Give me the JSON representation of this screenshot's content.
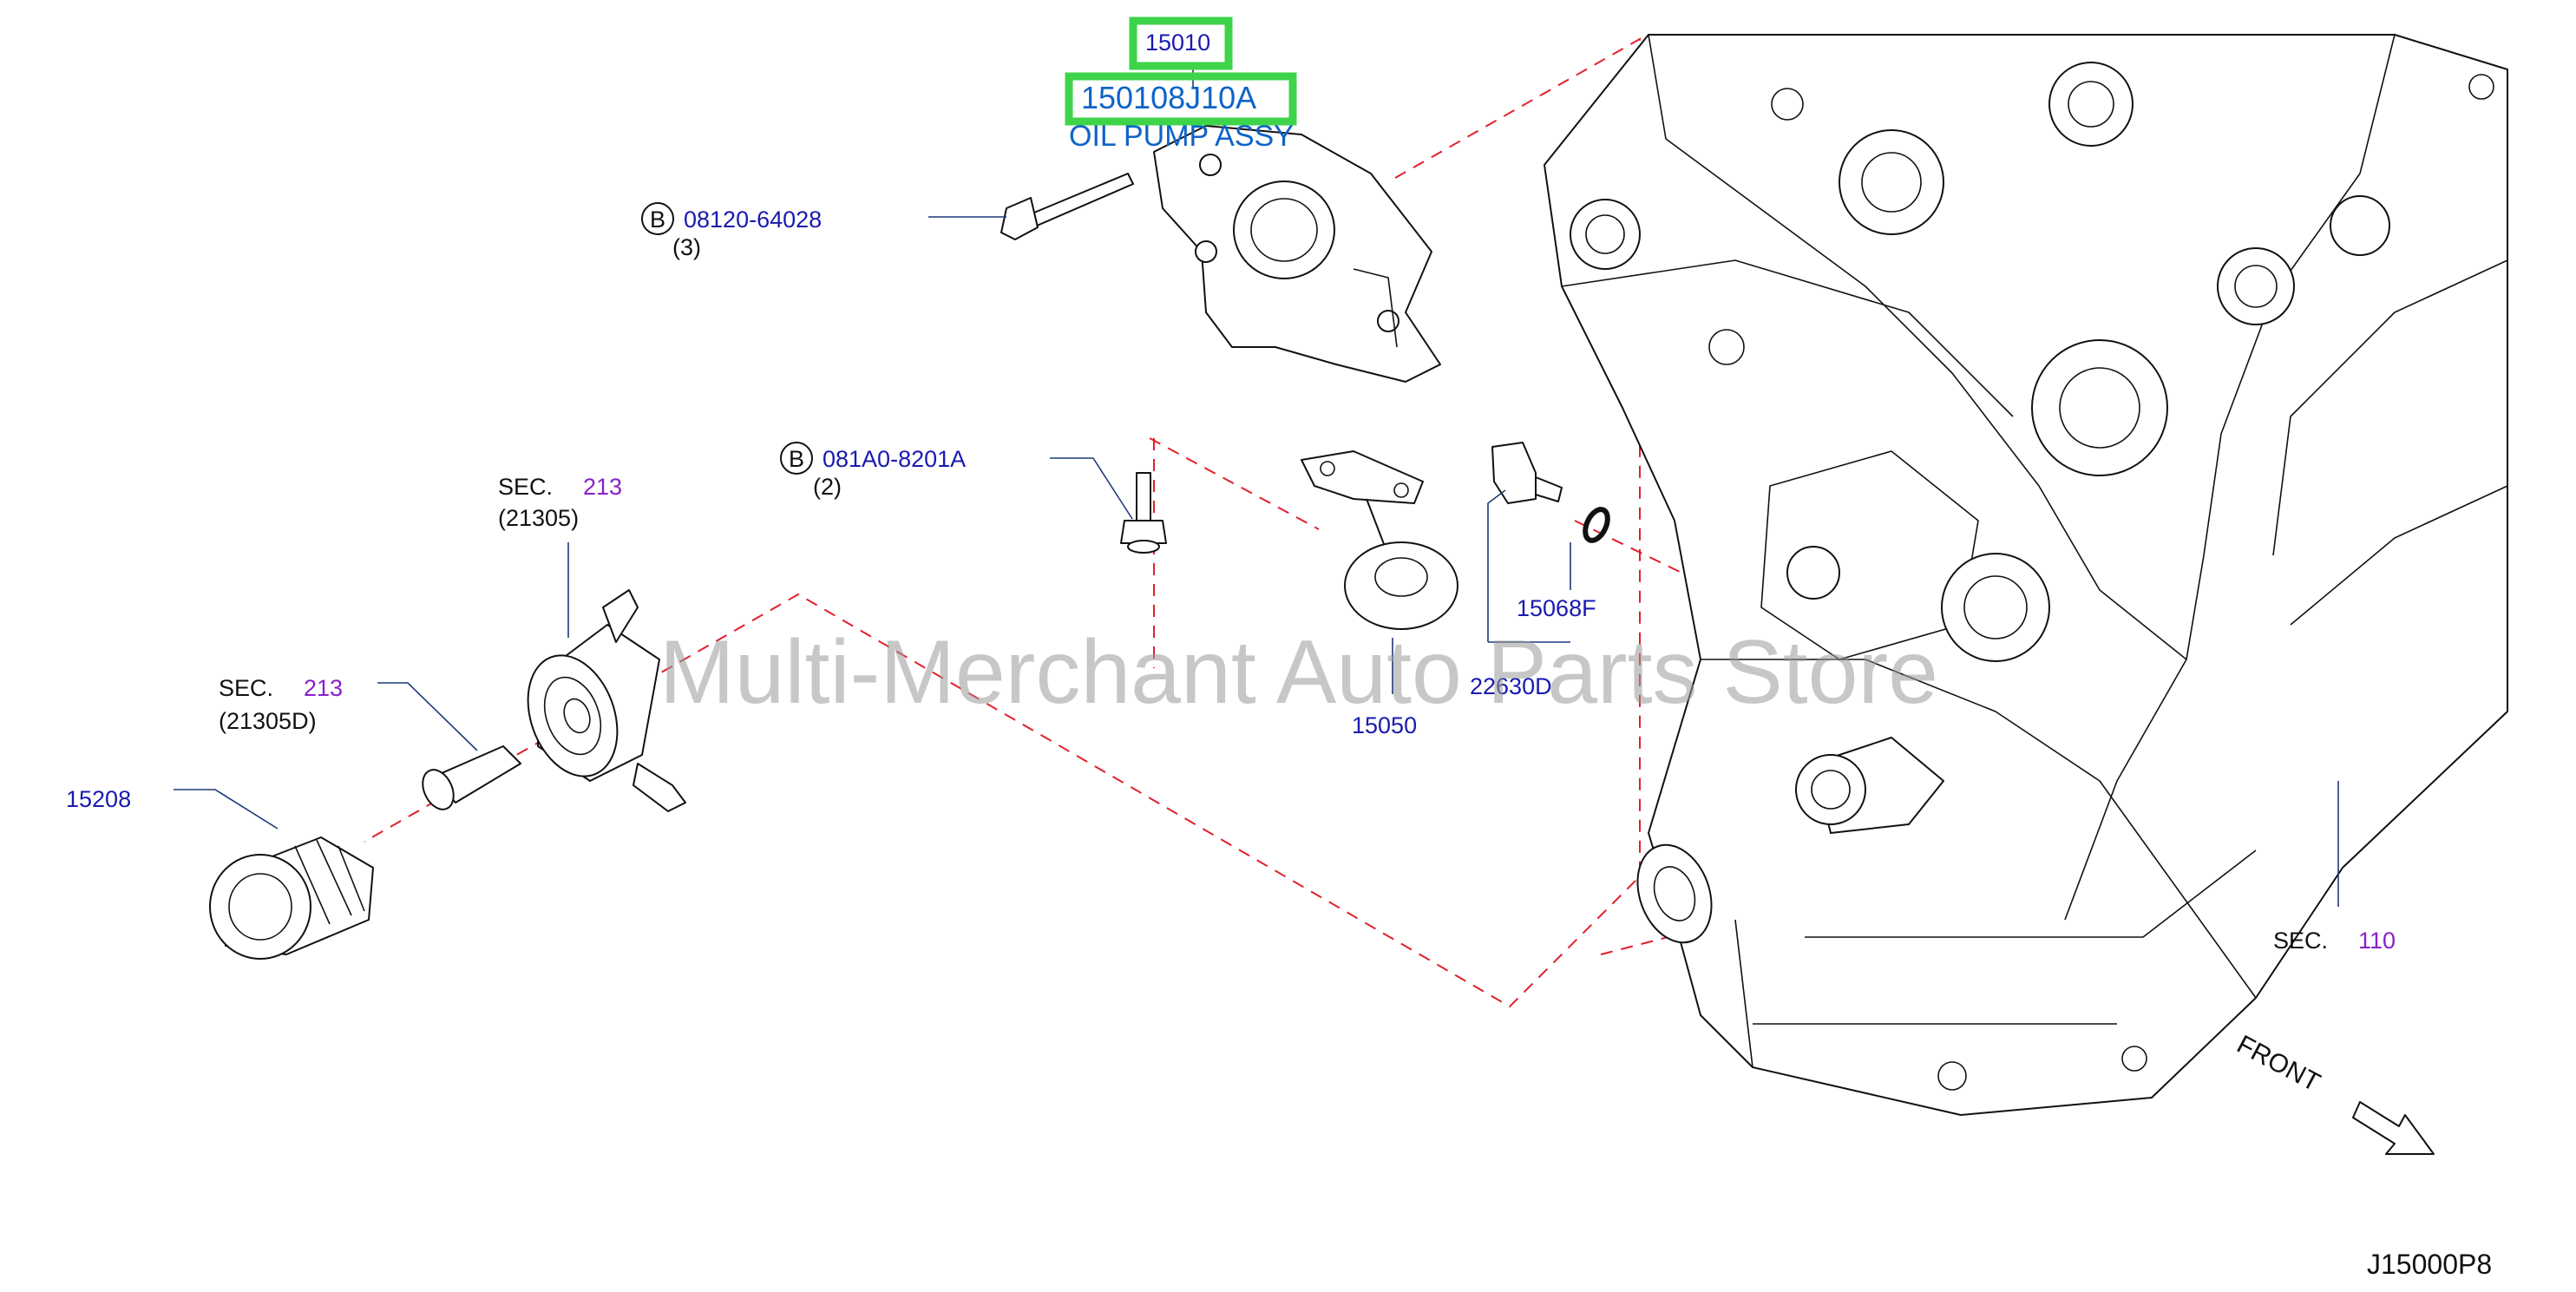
{
  "diagram": {
    "callout_top": "15010",
    "callout_main": "150108J10A",
    "callout_name": "OIL PUMP ASSY",
    "bolt_1": {
      "circle": "B",
      "part": "08120-64028",
      "qty": "(3)"
    },
    "bolt_2": {
      "circle": "B",
      "part": "081A0-8201A",
      "qty": "(2)"
    },
    "sec_213_a": {
      "prefix": "SEC.",
      "num": "213",
      "sub": "(21305)"
    },
    "sec_213_b": {
      "prefix": "SEC.",
      "num": "213",
      "sub": "(21305D)"
    },
    "sec_110": {
      "prefix": "SEC.",
      "num": "110"
    },
    "filter": "15208",
    "strainer": "15050",
    "o_ring": "15068F",
    "sensor": "22630D",
    "front": "FRONT",
    "drawing_code": "J15000P8",
    "watermark": "Multi-Merchant Auto Parts Store",
    "colors": {
      "part": "#1a1ab0",
      "sec": "#8a1fc8",
      "callout": "#0e64c8",
      "highlight": "#3ed44a",
      "dash": "#e0202a"
    },
    "icons": [
      "oil-pump-icon",
      "bolt-icon",
      "oil-filter-icon",
      "oil-cooler-icon",
      "strainer-icon",
      "sensor-icon",
      "o-ring-icon",
      "engine-block-icon",
      "front-arrow-icon"
    ]
  }
}
